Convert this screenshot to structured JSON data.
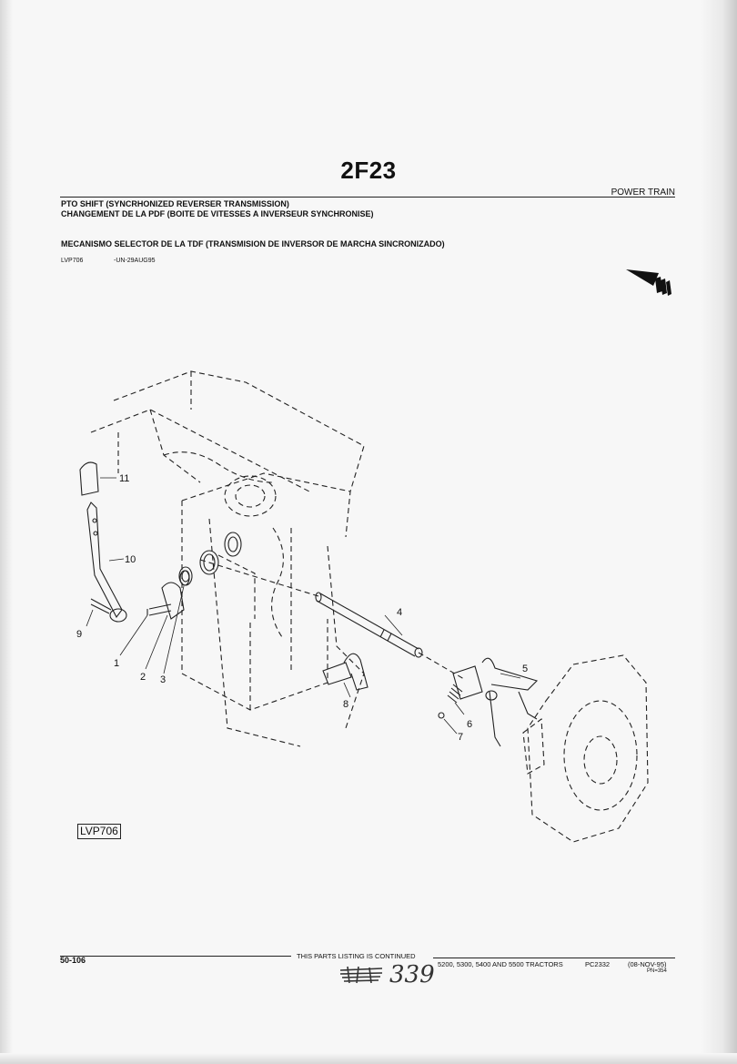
{
  "header": {
    "page_code": "2F23",
    "section": "POWER TRAIN",
    "title_en": "PTO SHIFT (SYNCRHONIZED REVERSER TRANSMISSION)",
    "title_fr": "CHANGEMENT DE LA PDF (BOITE DE VITESSES A INVERSEUR SYNCHRONISE)",
    "title_es": "MECANISMO SELECTOR DE LA TDF (TRANSMISION DE INVERSOR DE MARCHA SINCRONIZADO)",
    "illustration_ref": "LVP706",
    "illustration_date": "-UN-29AUG95"
  },
  "diagram": {
    "box_label": "LVP706",
    "callouts": [
      "1",
      "2",
      "3",
      "4",
      "5",
      "6",
      "7",
      "8",
      "9",
      "10",
      "11"
    ]
  },
  "footer": {
    "page_number": "50-106",
    "continued": "THIS PARTS LISTING IS CONTINUED",
    "models": "5200, 5300, 5400 AND 5500 TRACTORS",
    "catalog": "PC2332",
    "date": "(08-NOV-95)",
    "pn": "PN=354",
    "handwritten": "339"
  },
  "colors": {
    "ink": "#111111",
    "paper": "#f7f7f7"
  }
}
